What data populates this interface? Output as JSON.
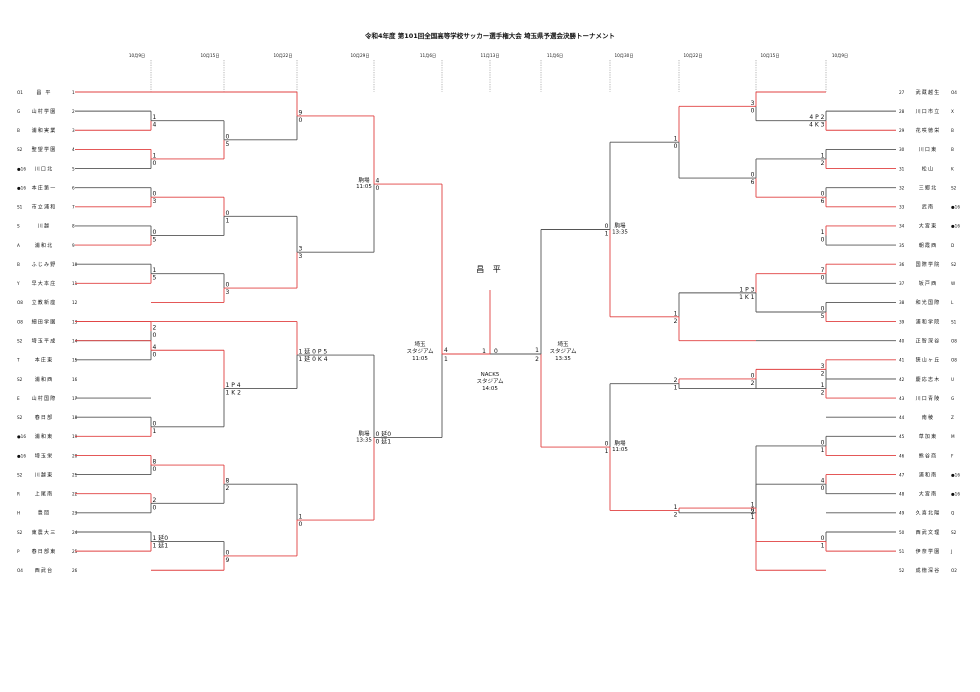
{
  "title": "令和4年度 第101回全国高等学校サッカー選手権大会 埼玉県予選会決勝トーナメント",
  "left_dates": [
    "10月9日",
    "10月15日",
    "10月22日",
    "10月29日",
    "11月6日"
  ],
  "center_date": "11月13日",
  "right_dates": [
    "11月6日",
    "10月30日",
    "10月22日",
    "10月15日",
    "10月9日"
  ],
  "champion": "昌 平",
  "final": {
    "venue_lines": [
      "NACK5",
      "スタジアム",
      "14:05"
    ],
    "score_left": "1",
    "score_right": "0"
  },
  "left_teams": [
    {
      "seed": "O1",
      "name": "昌 平",
      "no": "1"
    },
    {
      "seed": "G",
      "name": "山村学園",
      "no": "2"
    },
    {
      "seed": "B",
      "name": "浦和実業",
      "no": "3"
    },
    {
      "seed": "S2",
      "name": "聖望学園",
      "no": "4"
    },
    {
      "seed": "●16",
      "name": "川口北",
      "no": "5"
    },
    {
      "seed": "●16",
      "name": "本庄第一",
      "no": "6"
    },
    {
      "seed": "S1",
      "name": "市立浦和",
      "no": "7"
    },
    {
      "seed": "S",
      "name": "川越",
      "no": "8"
    },
    {
      "seed": "A",
      "name": "浦和北",
      "no": "9"
    },
    {
      "seed": "B",
      "name": "ふじみ野",
      "no": "10"
    },
    {
      "seed": "Y",
      "name": "早大本庄",
      "no": "11"
    },
    {
      "seed": "O8",
      "name": "立教新座",
      "no": "12"
    },
    {
      "seed": "O8",
      "name": "細田学園",
      "no": "13"
    },
    {
      "seed": "S2",
      "name": "埼玉平成",
      "no": "14"
    },
    {
      "seed": "T",
      "name": "本庄東",
      "no": "15"
    },
    {
      "seed": "S2",
      "name": "浦和西",
      "no": "16"
    },
    {
      "seed": "E",
      "name": "山村国際",
      "no": "17"
    },
    {
      "seed": "S2",
      "name": "春日部",
      "no": "18"
    },
    {
      "seed": "●16",
      "name": "浦和東",
      "no": "19"
    },
    {
      "seed": "●16",
      "name": "埼玉栄",
      "no": "20"
    },
    {
      "seed": "S2",
      "name": "川越東",
      "no": "21"
    },
    {
      "seed": "R",
      "name": "上尾南",
      "no": "22"
    },
    {
      "seed": "H",
      "name": "豊岡",
      "no": "23"
    },
    {
      "seed": "S2",
      "name": "東農大三",
      "no": "24"
    },
    {
      "seed": "P",
      "name": "春日部東",
      "no": "25"
    },
    {
      "seed": "O4",
      "name": "西武台",
      "no": "26"
    }
  ],
  "right_teams": [
    {
      "no": "27",
      "name": "武蔵越生",
      "seed": "O4"
    },
    {
      "no": "28",
      "name": "川口市立",
      "seed": "X"
    },
    {
      "no": "29",
      "name": "花咲徳栄",
      "seed": "B"
    },
    {
      "no": "30",
      "name": "川口東",
      "seed": "B"
    },
    {
      "no": "31",
      "name": "松山",
      "seed": "K"
    },
    {
      "no": "32",
      "name": "三郷北",
      "seed": "S2"
    },
    {
      "no": "33",
      "name": "武南",
      "seed": "●16"
    },
    {
      "no": "34",
      "name": "大宮東",
      "seed": "●16"
    },
    {
      "no": "35",
      "name": "朝霞西",
      "seed": "D"
    },
    {
      "no": "36",
      "name": "国際学院",
      "seed": "S2"
    },
    {
      "no": "37",
      "name": "坂戸西",
      "seed": "W"
    },
    {
      "no": "38",
      "name": "和光国際",
      "seed": "L"
    },
    {
      "no": "39",
      "name": "浦和学院",
      "seed": "S1"
    },
    {
      "no": "40",
      "name": "正智深谷",
      "seed": "O8"
    },
    {
      "no": "41",
      "name": "狭山ヶ丘",
      "seed": "O8"
    },
    {
      "no": "42",
      "name": "慶応志木",
      "seed": "U"
    },
    {
      "no": "43",
      "name": "川口青陵",
      "seed": "G"
    },
    {
      "no": "44",
      "name": "南稜",
      "seed": "Z"
    },
    {
      "no": "45",
      "name": "草加東",
      "seed": "M"
    },
    {
      "no": "46",
      "name": "熊谷商",
      "seed": "F"
    },
    {
      "no": "47",
      "name": "浦和南",
      "seed": "●16"
    },
    {
      "no": "48",
      "name": "大宮南",
      "seed": "●16"
    },
    {
      "no": "49",
      "name": "久喜北陽",
      "seed": "Q"
    },
    {
      "no": "50",
      "name": "西武文理",
      "seed": "S2"
    },
    {
      "no": "51",
      "name": "伊奈学園",
      "seed": "J"
    },
    {
      "no": "52",
      "name": "成徳深谷",
      "seed": "O2"
    }
  ],
  "left_semis": [
    {
      "venue_lines": [
        "駒場",
        "11:05"
      ],
      "score_top": "4",
      "score_bottom": "0"
    },
    {
      "venue_lines": [
        "駒場",
        "13:35"
      ],
      "score_top": "0 延0",
      "score_bottom": "0 延1"
    }
  ],
  "right_semis": [
    {
      "venue_lines": [
        "駒場",
        "13:35"
      ],
      "score_top": "0",
      "score_bottom": "1"
    },
    {
      "venue_lines": [
        "駒場",
        "11:05"
      ],
      "score_top": "0",
      "score_bottom": "1"
    }
  ],
  "left_final_venue": [
    "埼玉",
    "スタジアム",
    "11:05"
  ],
  "left_final_scores": [
    "4",
    "1"
  ],
  "right_final_venue": [
    "埼玉",
    "スタジアム",
    "13:35"
  ],
  "right_final_scores": [
    "1",
    "2"
  ],
  "left_scores": {
    "m1": [
      "1",
      "4"
    ],
    "m2": [
      "1",
      "0"
    ],
    "m3": [
      "0",
      "3"
    ],
    "m4": [
      "0",
      "5"
    ],
    "m5": [
      "1",
      "5"
    ],
    "m6": [
      "2",
      "0"
    ],
    "m7": [
      "4",
      "0"
    ],
    "m8": [
      "0",
      "1"
    ],
    "m9": [
      "8",
      "0"
    ],
    "m10": [
      "2",
      "0"
    ],
    "m11": [
      "1 延0",
      "1 延1"
    ],
    "q1": [
      "0",
      "5"
    ],
    "q2": [
      "0",
      "1"
    ],
    "q3": [
      "0",
      "3"
    ],
    "q4": [
      "1 P 4",
      "1 K 2"
    ],
    "q5": [
      "8",
      "2"
    ],
    "q6": [
      "0",
      "9"
    ],
    "r1": [
      "9",
      "0"
    ],
    "r2": [
      "3",
      "3"
    ],
    "r3": [
      "1 延 0 P 5",
      "1 延 0 K 4"
    ],
    "r4": [
      "1",
      "0"
    ]
  },
  "right_scores": {
    "m1": [
      "4 P 2",
      "4 K 3"
    ],
    "m2": [
      "1",
      "2"
    ],
    "m3": [
      "0",
      "6"
    ],
    "m4": [
      "1",
      "0"
    ],
    "m5": [
      "7",
      "0"
    ],
    "m6": [
      "0",
      "5"
    ],
    "m7": [
      "3",
      "2"
    ],
    "m8": [
      "1",
      "2"
    ],
    "m9": [
      "0",
      "1"
    ],
    "m10": [
      "4",
      "0"
    ],
    "m11": [
      "0",
      "1"
    ],
    "q1": [
      "3",
      "0"
    ],
    "q2": [
      "0",
      "6"
    ],
    "q3": [
      "1 P 3",
      "1 K 1"
    ],
    "q4": [
      "0",
      "2"
    ],
    "q5": [
      "0",
      "1"
    ],
    "q6": [
      "1",
      "2"
    ],
    "r1": [
      "1",
      "0"
    ],
    "r2": [
      "1",
      "2"
    ],
    "r3": [
      "2",
      "1"
    ],
    "r4": [
      "1",
      "2"
    ]
  },
  "colors": {
    "winner": "#e04040",
    "line": "#555555",
    "dotted": "#888888"
  }
}
